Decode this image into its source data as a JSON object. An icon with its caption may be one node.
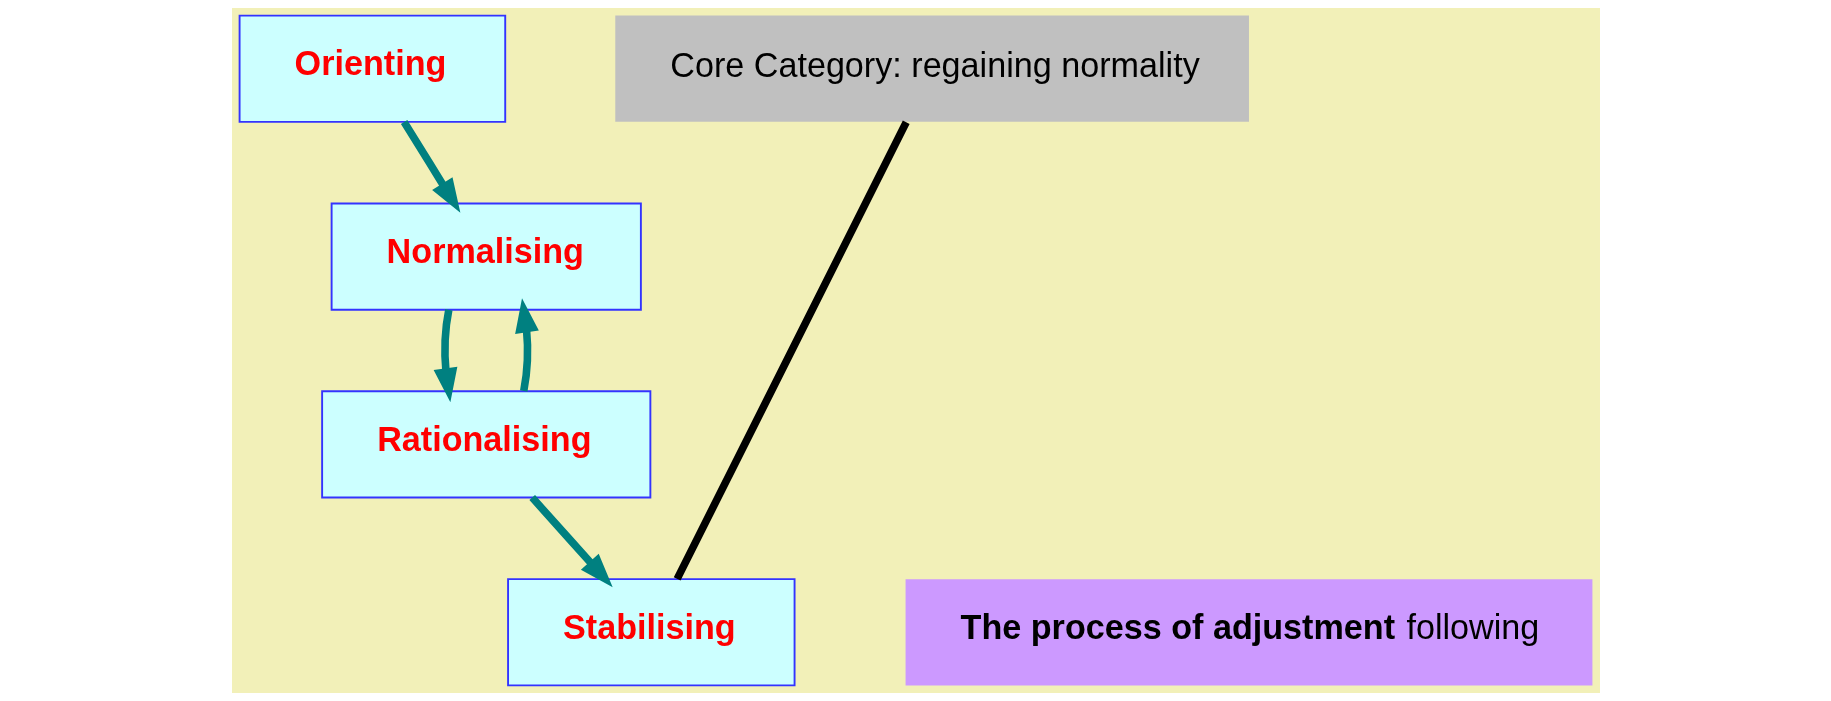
{
  "diagram": {
    "nodes": [
      {
        "text": [
          "Orienting"
        ]
      },
      {
        "text": [
          "Core Category: regaining normality"
        ]
      },
      {
        "text": [
          "Normalising"
        ]
      },
      {
        "text": [
          "Rationalising"
        ]
      },
      {
        "text": [
          "**The process of adjustment** following"
        ]
      },
      {
        "text": [
          "Stabilising"
        ]
      }
    ],
    "edges": [
      {
        "from": 0,
        "to": 2,
        "arrow": "to"
      },
      {
        "from": 2,
        "to": 3,
        "arrow": "to"
      },
      {
        "from": 3,
        "to": 2,
        "arrow": "to"
      },
      {
        "from": 3,
        "to": 5,
        "arrow": "to"
      },
      {
        "from": 1,
        "to": 5,
        "arrow": "none",
        "color": "#000000"
      }
    ]
  }
}
